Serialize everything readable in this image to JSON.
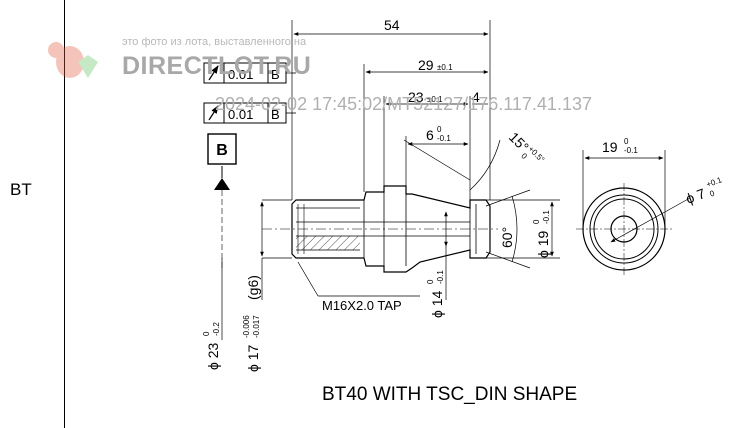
{
  "sidebar": {
    "label": "BT"
  },
  "watermark": {
    "caption": "это фото из лота, выставленного на",
    "logo": "DIRECTLOT.RU",
    "stamp": "2024-02-02 17:45:02/MT52127/176.117.41.137"
  },
  "frames": {
    "runout1": {
      "value": "0.01",
      "datum": "B"
    },
    "runout2": {
      "value": "0.01",
      "datum": "B"
    },
    "datum_box": "B"
  },
  "dims": {
    "overall": "54",
    "d29": "29",
    "d29_tol": "±0.1",
    "d23": "23",
    "d23_tol": "±0.1",
    "d4": "4",
    "d6": "6",
    "d6_tol_up": "0",
    "d6_tol_lo": "-0.1",
    "angle15": "15°",
    "angle15_tol_up": "+0.5°",
    "angle15_tol_lo": "0",
    "angle60": "60°",
    "dia19_side": "ϕ 19",
    "dia19_side_tol_up": "0",
    "dia19_side_tol_lo": "-0.1",
    "dia19_end": "19",
    "dia19_end_tol_up": "0",
    "dia19_end_tol_lo": "-0.1",
    "dia7": "ϕ 7",
    "dia7_tol_up": "+0.1",
    "dia7_tol_lo": "0",
    "dia14": "ϕ 14",
    "dia14_tol_up": "0",
    "dia14_tol_lo": "-0.1",
    "dia23": "ϕ 23",
    "dia23_tol_up": "0",
    "dia23_tol_lo": "-0.2",
    "dia17": "ϕ 17",
    "dia17_tol_up": "-0.006",
    "dia17_tol_lo": "-0.017",
    "dia17_fit": "(g6)",
    "thread": "M16X2.0 TAP"
  },
  "caption": "BT40 WITH TSC_DIN SHAPE"
}
